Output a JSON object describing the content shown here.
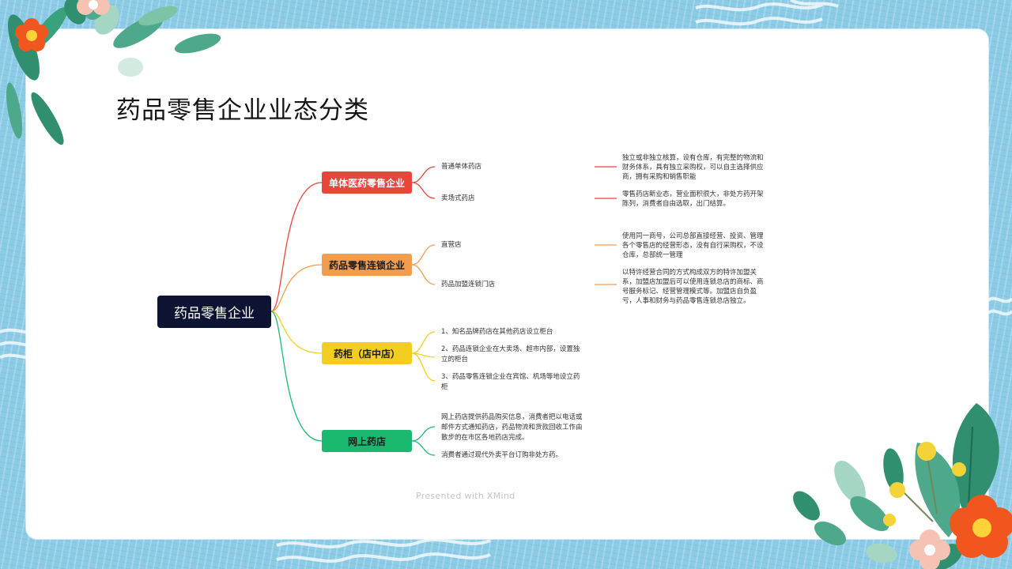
{
  "slide": {
    "title": "药品零售企业业态分类"
  },
  "mindmap": {
    "root": "药品零售企业",
    "branches": [
      {
        "label": "单体医药零售企业",
        "color": "#e8453c",
        "leaves": [
          "普通单体药店",
          "卖场式药店"
        ],
        "descriptions": [
          [
            "独立或非独立核算，设有仓库，有完整的物流和",
            "财务体系，具有独立采购权，可以自主选择供应",
            "商，拥有采购和销售职能"
          ],
          [
            "零售药店新业态，营业面积很大，非处方药开架",
            "陈列，消费者自由选取，出门结算。"
          ]
        ]
      },
      {
        "label": "药品零售连锁企业",
        "color": "#f29d4e",
        "leaves": [
          "直营店",
          "药品加盟连锁门店"
        ],
        "descriptions": [
          [
            "使用同一商号，公司总部直接经营、投资、管理",
            "各个零售店的经营形态，没有自行采购权，不设",
            "仓库，总部统一管理"
          ],
          [
            "以特许经营合同的方式构成双方的特许加盟关",
            "系，加盟店加盟后可以使用连锁总店的商标、商",
            "号服务标记、经营管理模式等。加盟店自负盈",
            "亏，人事和财务与药品零售连锁总店独立。"
          ]
        ]
      },
      {
        "label": "药柜（店中店）",
        "color": "#f2cf1f",
        "leaves": [
          [
            "1、知名品牌药店在其他药店设立柜台"
          ],
          [
            "2、药品连锁企业在大卖场、超市内部，设置独",
            "立的柜台"
          ],
          [
            "3、药品零售连锁企业在宾馆、机场等地设立药",
            "柜"
          ]
        ]
      },
      {
        "label": "网上药店",
        "color": "#1bb870",
        "leaves": [
          [
            "网上药店提供药品购买信息，消费者把以电话或",
            "邮件方式通知药店，药品物流和货款回收工作由",
            "散步的在市区各地药店完成。"
          ],
          [
            "消费者通过现代外卖平台订购非处方药。"
          ]
        ]
      }
    ]
  },
  "footer": {
    "watermark": "Presented with XMind"
  },
  "colors": {
    "background": "#8ccbe6",
    "root": "#0d1433",
    "red": "#e8453c",
    "orange": "#f29d4e",
    "yellow": "#f2cf1f",
    "green": "#1bb870"
  }
}
